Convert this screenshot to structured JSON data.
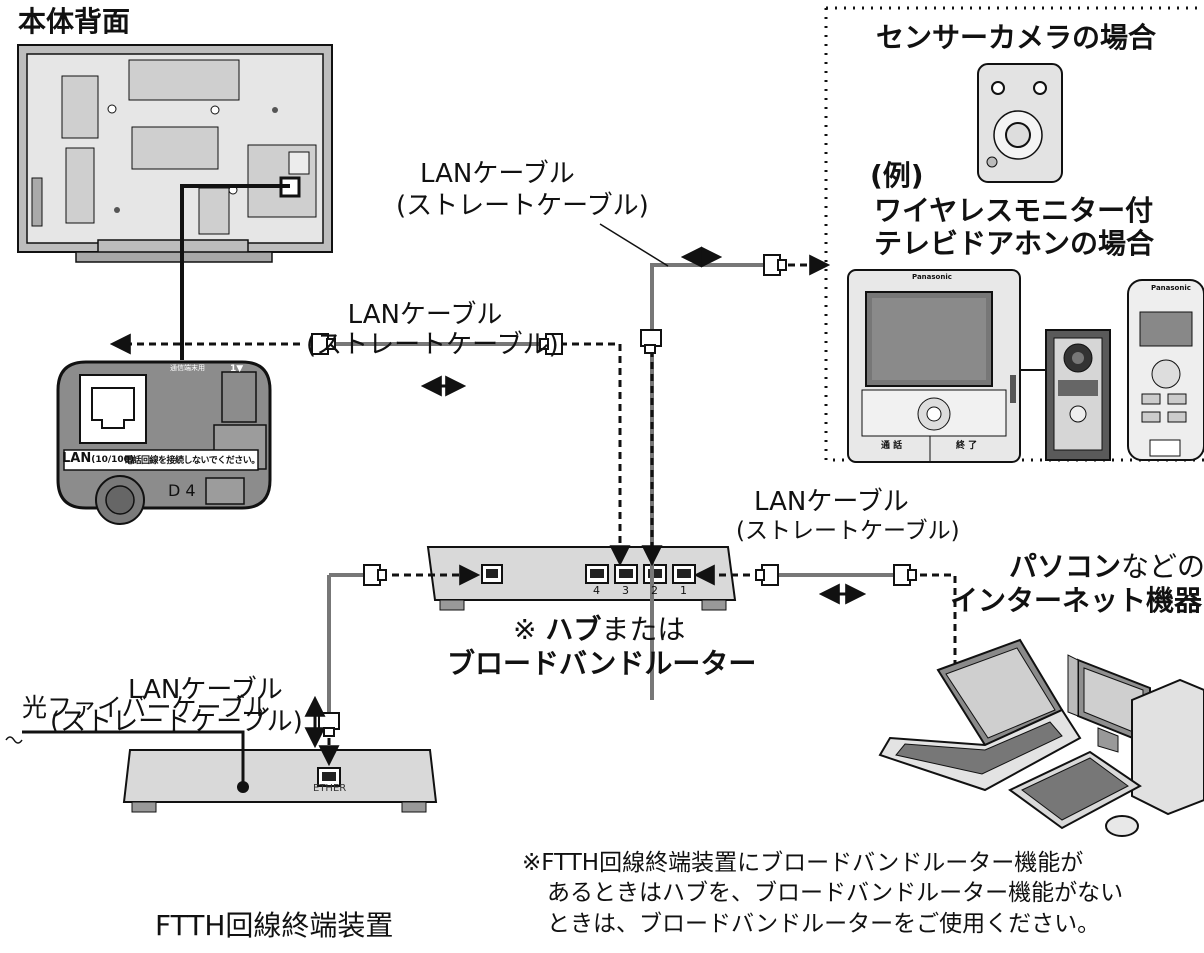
{
  "tv": {
    "rear_label": "本体背面"
  },
  "panel": {
    "jack_label": "LAN",
    "jack_spec": "(10/100)",
    "warning": "電話回線を接続しないでください。",
    "port_caption": "通信端末用",
    "port_number": "1▼",
    "d4_label": "D 4"
  },
  "cables": {
    "tv": {
      "line1": "LANケーブル",
      "line2": "(ストレートケーブル)"
    },
    "camera": {
      "line1": "LANケーブル",
      "line2": "(ストレートケーブル)"
    },
    "pc": {
      "line1": "LANケーブル",
      "line2": "(ストレートケーブル)"
    },
    "ftth": {
      "line1": "LANケーブル",
      "line2": "(ストレートケーブル)"
    }
  },
  "fiber": {
    "label": "光ファイバーケーブル"
  },
  "ftth": {
    "name": "FTTH回線終端装置",
    "port_label": "ETHER"
  },
  "router": {
    "line1_prefix": "※ ",
    "line1_bold": "ハブ",
    "line1_rest": "または",
    "line2": "ブロードバンドルーター",
    "port_numbers": [
      "4",
      "3",
      "2",
      "1"
    ]
  },
  "example_box": {
    "sensor_title": "センサーカメラの場合",
    "example_tag": "(例)",
    "intercom_line1": "ワイヤレスモニター付",
    "intercom_line2": "テレビドアホンの場合",
    "brand": "Panasonic",
    "monitor_buttons": [
      "通 話",
      "終 了"
    ]
  },
  "pc": {
    "bold1": "パソコン",
    "rest1": "などの",
    "line2": "インターネット機器"
  },
  "note": {
    "line1": "※FTTH回線終端装置にブロードバンドルーター機能が",
    "line2": "あるときはハブを、ブロードバンドルーター機能がない",
    "line3": "ときは、ブロードバンドルーターをご使用ください。"
  },
  "colors": {
    "line": "#111111",
    "device_fill": "#d9d9d9",
    "panel_fill": "#8c8c8c",
    "dark": "#333333"
  }
}
